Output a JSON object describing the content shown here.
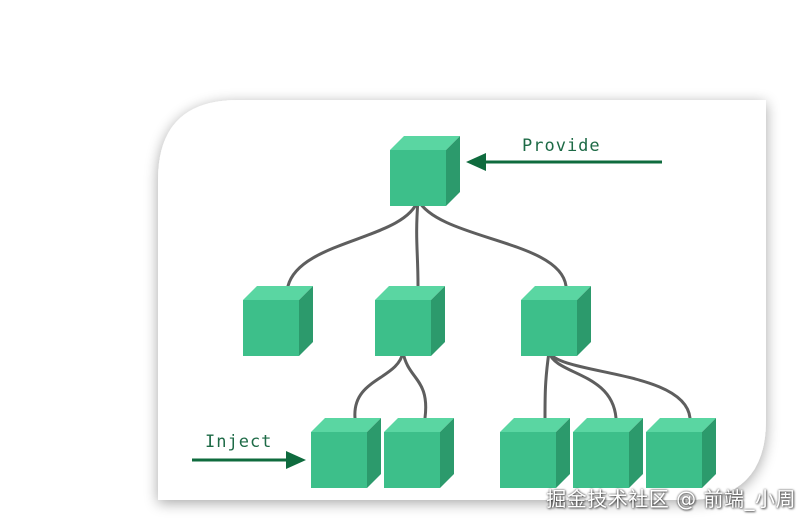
{
  "labels": {
    "provide": "Provide",
    "inject": "Inject"
  },
  "watermark": "掘金技术社区 @ 前端_小周",
  "colors": {
    "cube_front": "#3dbf8a",
    "cube_top": "#5ad6a2",
    "cube_side": "#2c9a6c",
    "connector": "#5e5e5e",
    "arrow": "#0f6b3e",
    "label_text": "#1d6a46"
  },
  "tree": {
    "root": "provider-cube",
    "levels": [
      [
        "provider-cube"
      ],
      [
        "child-cube-left",
        "child-cube-middle",
        "child-cube-right"
      ],
      [
        "grandchild-cube-1",
        "grandchild-cube-2",
        "grandchild-cube-3",
        "grandchild-cube-4",
        "grandchild-cube-5"
      ]
    ]
  }
}
